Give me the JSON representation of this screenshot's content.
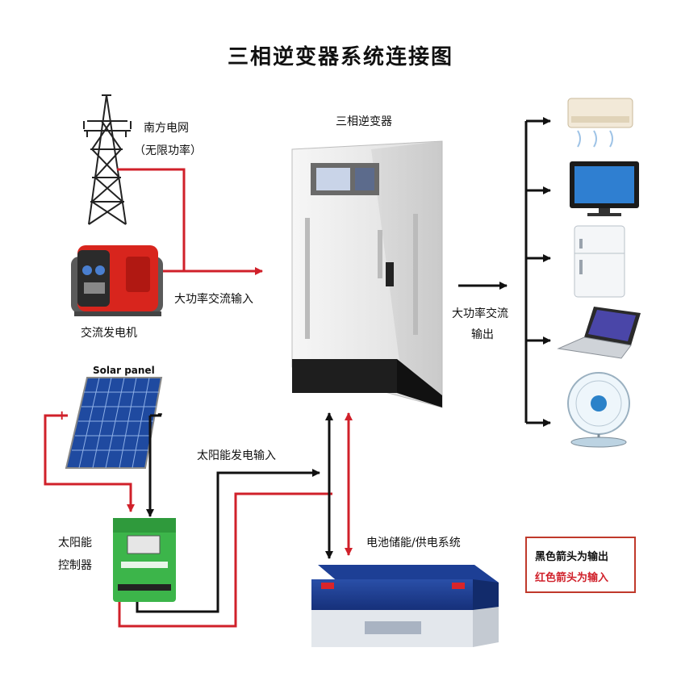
{
  "title": "三相逆变器系统连接图",
  "labels": {
    "grid": "南方电网",
    "grid_note": "（无限功率）",
    "inverter": "三相逆变器",
    "generator": "交流发电机",
    "ac_input": "大功率交流输入",
    "ac_output_1": "大功率交流",
    "ac_output_2": "输出",
    "solar_panel": "Solar panel",
    "solar_input": "太阳能发电输入",
    "controller_1": "太阳能",
    "controller_2": "控制器",
    "battery": "电池储能/供电系统",
    "plus": "+",
    "minus": "-"
  },
  "legend": {
    "black": "黑色箭头为输出",
    "red": "红色箭头为输入"
  },
  "colors": {
    "red": "#d0202a",
    "black": "#111111",
    "green": "#3cb54a",
    "cabinet": "#eeeeee"
  },
  "icons": [
    "power-tower-icon",
    "generator-icon",
    "inverter-cabinet-icon",
    "solar-panel-icon",
    "solar-controller-icon",
    "battery-icon",
    "air-conditioner-icon",
    "tv-icon",
    "fridge-icon",
    "laptop-icon",
    "fan-icon"
  ]
}
